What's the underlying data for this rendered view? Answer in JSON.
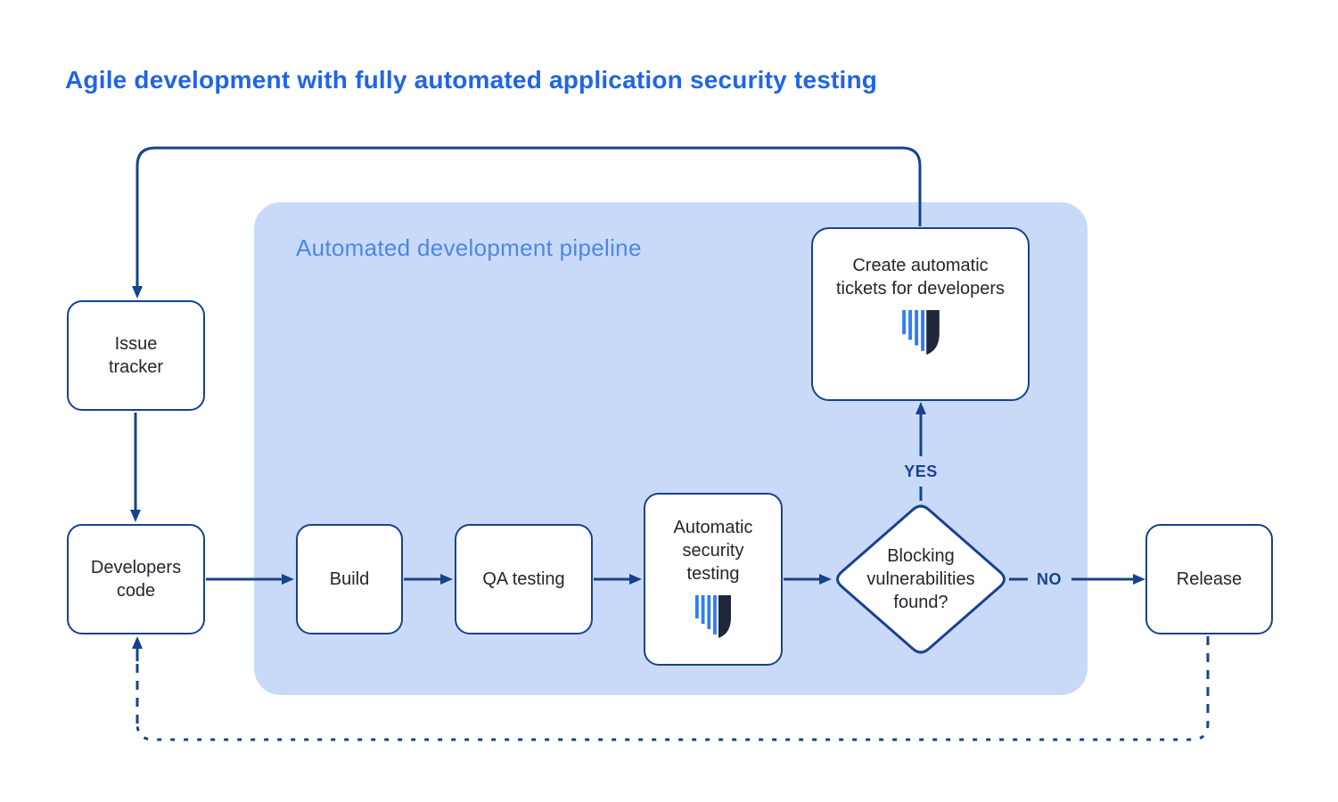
{
  "title": "Agile development with fully automated application security testing",
  "pipeline": {
    "label": "Automated development pipeline"
  },
  "nodes": {
    "issue_tracker": {
      "label": "Issue tracker"
    },
    "developers_code": {
      "label": "Developers code"
    },
    "build": {
      "label": "Build"
    },
    "qa_testing": {
      "label": "QA testing"
    },
    "auto_security": {
      "label": "Automatic security testing"
    },
    "decision": {
      "label": "Blocking vulnerabilities found?"
    },
    "create_tickets": {
      "label": "Create automatic tickets for developers"
    },
    "release": {
      "label": "Release"
    }
  },
  "edge_labels": {
    "yes": "YES",
    "no": "NO"
  },
  "colors": {
    "title_blue": "#2065e6",
    "pipeline_bg": "#c9daf8",
    "pipeline_label_blue": "#4c86e9",
    "line_navy": "#17428f",
    "node_text": "#23262e",
    "logo_stripe_blue": "#2e7df5",
    "logo_dark_navy": "#20273a"
  }
}
